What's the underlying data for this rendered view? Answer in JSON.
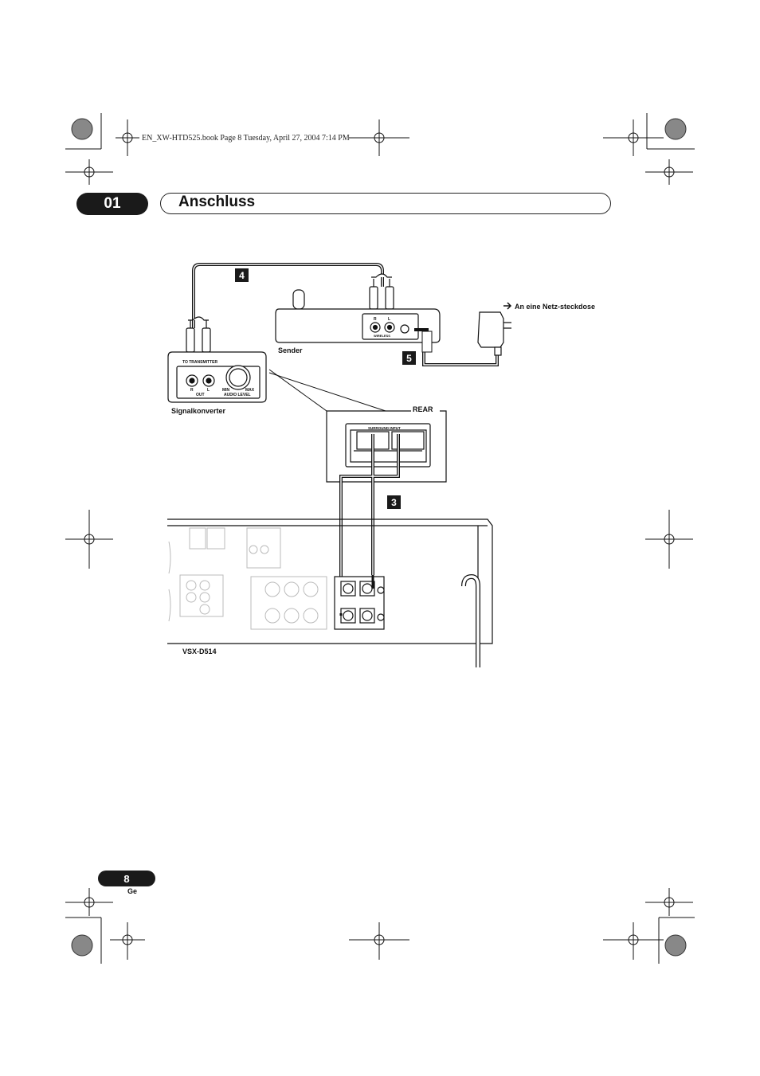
{
  "print_info": "EN_XW-HTD525.book  Page 8  Tuesday, April 27, 2004  7:14 PM",
  "header": {
    "chapter": "01",
    "title": "Anschluss"
  },
  "diagram": {
    "steps": [
      "4",
      "5",
      "3"
    ],
    "transmitter_label": "Sender",
    "converter_label": "Signalkonverter",
    "power_label": "An eine Netz-steckdose",
    "rear_label": "REAR",
    "receiver_label": "VSX-D514",
    "converter_panel": {
      "to_transmitter": "TO TRANSMITTER",
      "r": "R",
      "l": "L",
      "out": "OUT",
      "min": "MIN",
      "max": "MAX",
      "audio_level": "AUDIO LEVEL"
    },
    "transmitter_panel": {
      "r": "R",
      "l": "L",
      "wireless": "WIRELESS"
    },
    "surround_input": "SURROUND INPUT"
  },
  "footer": {
    "page": "8",
    "lang": "Ge"
  }
}
